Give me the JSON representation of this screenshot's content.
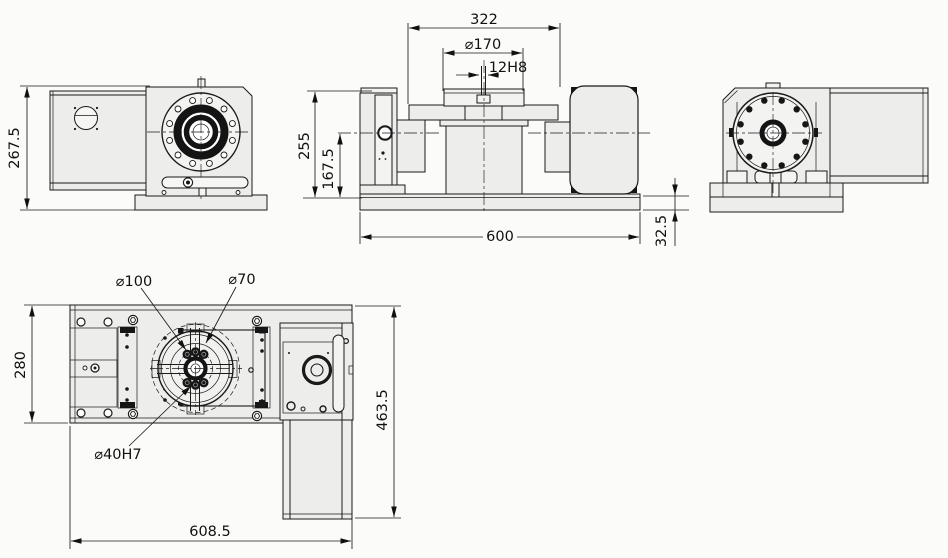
{
  "dimensions": {
    "front_height": "267.5",
    "slide_width": "322",
    "table_diameter": "⌀170",
    "keyway": "12H8",
    "overall_height": "255",
    "center_height": "167.5",
    "base_length": "600",
    "base_plate_height": "32.5",
    "bolt_circle_large": "⌀100",
    "bolt_circle_small": "⌀70",
    "plate_width": "280",
    "center_bore": "⌀40H7",
    "overall_depth": "463.5",
    "overall_length": "608.5"
  },
  "colors": {
    "line": "#1a1a1a",
    "body_fill": "#ededeb",
    "background": "#fbfbfa"
  }
}
